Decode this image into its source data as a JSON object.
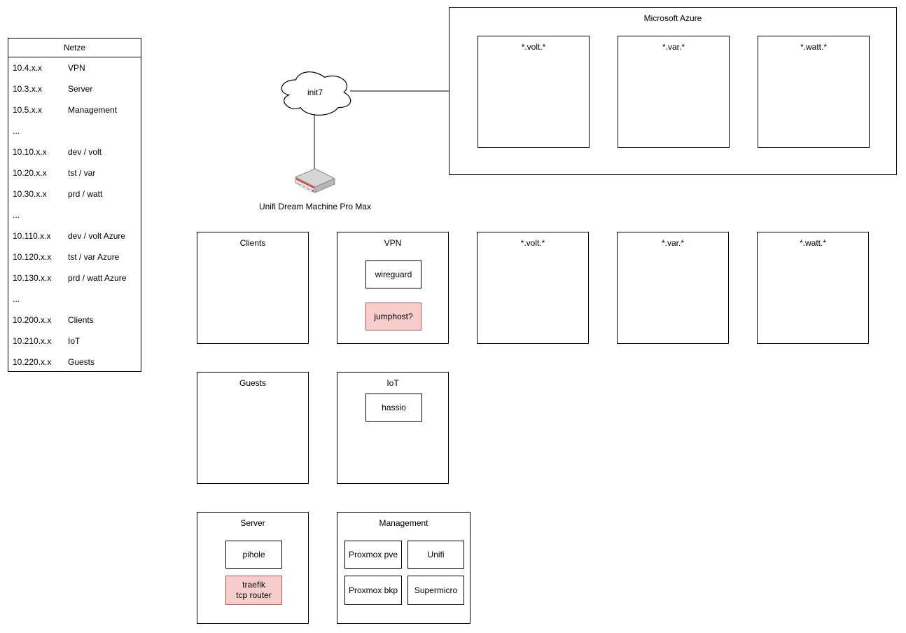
{
  "netze_table": {
    "title": "Netze",
    "rows": [
      {
        "ip": "10.4.x.x",
        "name": "VPN"
      },
      {
        "ip": "10.3.x.x",
        "name": "Server"
      },
      {
        "ip": "10.5.x.x",
        "name": "Management"
      },
      {
        "ip": "...",
        "name": ""
      },
      {
        "ip": "10.10.x.x",
        "name": "dev / volt"
      },
      {
        "ip": "10.20.x.x",
        "name": "tst / var"
      },
      {
        "ip": "10.30.x.x",
        "name": "prd / watt"
      },
      {
        "ip": "...",
        "name": ""
      },
      {
        "ip": "10.110.x.x",
        "name": "dev / volt Azure"
      },
      {
        "ip": "10.120.x.x",
        "name": "tst / var Azure"
      },
      {
        "ip": "10.130.x.x",
        "name": "prd / watt Azure"
      },
      {
        "ip": "...",
        "name": ""
      },
      {
        "ip": "10.200.x.x",
        "name": "Clients"
      },
      {
        "ip": "10.210.x.x",
        "name": "IoT"
      },
      {
        "ip": "10.220.x.x",
        "name": "Guests"
      }
    ]
  },
  "wan": {
    "cloud_label": "init7",
    "router_label": "Unifi Dream Machine Pro Max"
  },
  "azure": {
    "title": "Microsoft Azure",
    "subnets": [
      {
        "label": "*.volt.*"
      },
      {
        "label": "*.var.*"
      },
      {
        "label": "*.watt.*"
      }
    ]
  },
  "zones": {
    "clients": {
      "title": "Clients"
    },
    "vpn": {
      "title": "VPN",
      "wireguard": "wireguard",
      "jumphost": "jumphost?"
    },
    "volt": {
      "title": "*.volt.*"
    },
    "var": {
      "title": "*.var.*"
    },
    "watt": {
      "title": "*.watt.*"
    },
    "guests": {
      "title": "Guests"
    },
    "iot": {
      "title": "IoT",
      "hassio": "hassio"
    },
    "server": {
      "title": "Server",
      "pihole": "pihole",
      "traefik": "traefik\ntcp router"
    },
    "management": {
      "title": "Management",
      "nodes": [
        "Proxmox pve",
        "Unifi",
        "Proxmox bkp",
        "Supermicro"
      ]
    }
  },
  "colors": {
    "highlight_fill": "#f8cecc",
    "highlight_stroke": "#b85450",
    "shape_stroke": "#000000",
    "router_accent": "#e0342b"
  }
}
